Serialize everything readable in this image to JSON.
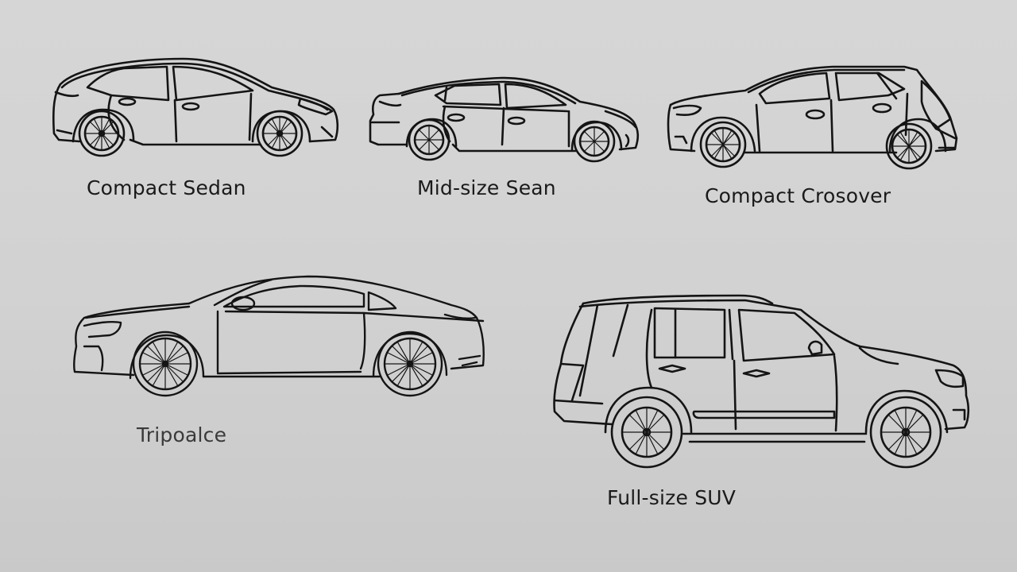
{
  "background_color": "#d2d2d2",
  "line_color": "#141414",
  "vehicles": [
    {
      "id": "compact-sedan",
      "label": "Compact Sedan",
      "row": 1,
      "position": "left"
    },
    {
      "id": "mid-size-sedan",
      "label": "Mid-size Sean",
      "row": 1,
      "position": "center"
    },
    {
      "id": "compact-crossover",
      "label": "Compact Crosover",
      "row": 1,
      "position": "right"
    },
    {
      "id": "coupe",
      "label": "Tripoalce",
      "row": 2,
      "position": "left"
    },
    {
      "id": "full-size-suv",
      "label": "Full-size SUV",
      "row": 2,
      "position": "right"
    }
  ]
}
